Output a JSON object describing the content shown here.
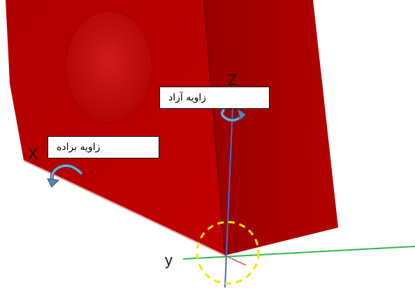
{
  "axes": {
    "x_label": "X",
    "y_label": "y",
    "z_label": "Z"
  },
  "callouts": {
    "free_angle": "زاویه آزاد",
    "chip_angle": "زاویه براده"
  },
  "colors": {
    "body_main": "#ba0000",
    "body_side": "#9e0000",
    "body_dark_edge": "#6e0000",
    "z_axis": "#3b6fd4",
    "y_axis": "#2fb84a",
    "x_axis": "#d44b4b",
    "focus_circle": "#f2e600",
    "rotation_arrow": "#5a86b0"
  }
}
